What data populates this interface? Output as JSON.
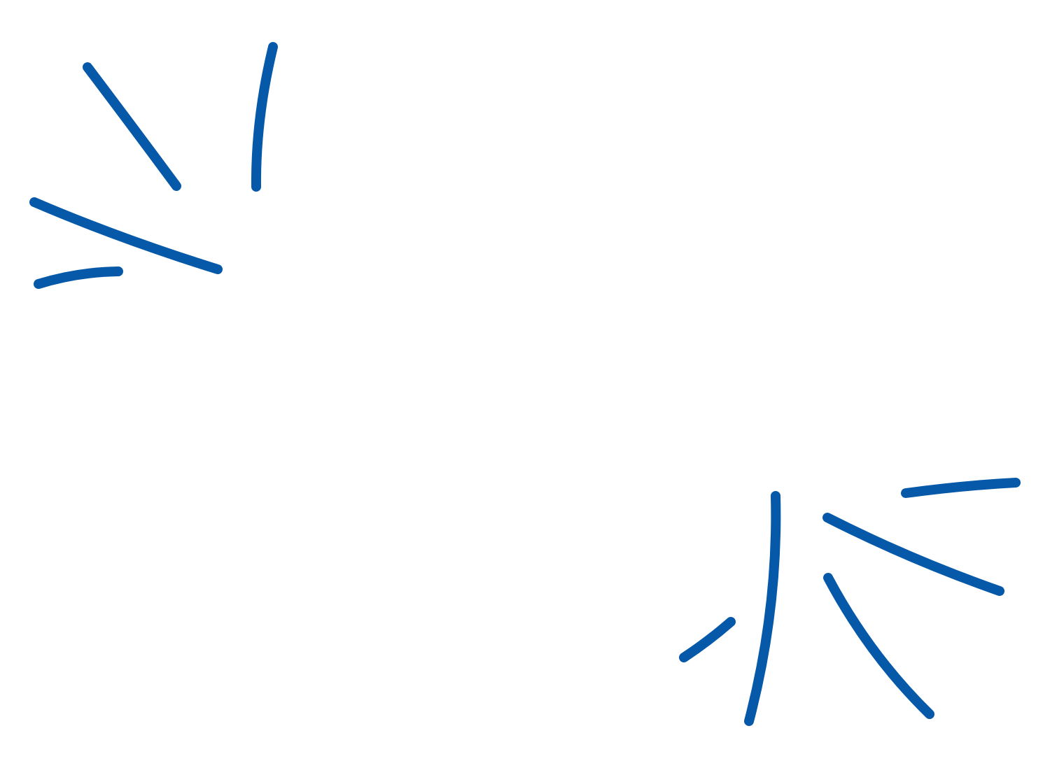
{
  "colors": {
    "background": "#ffffff",
    "stroke": "#0559a8"
  },
  "groups": [
    {
      "name": "burst-top-left",
      "mark_count": 4
    },
    {
      "name": "burst-bottom-right",
      "mark_count": 5
    }
  ]
}
